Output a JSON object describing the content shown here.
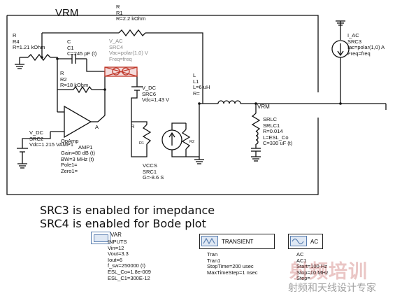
{
  "title": "VRM",
  "components": {
    "r4": {
      "type": "R",
      "name": "R4",
      "value": "R=1.21 kOhm"
    },
    "r1": {
      "type": "R",
      "name": "R1",
      "value": "R=2.2 kOhm"
    },
    "c1": {
      "type": "C",
      "name": "C1",
      "value": "C=245 pF (t)"
    },
    "r2": {
      "type": "R",
      "name": "R2",
      "value": "R=18 kOhm"
    },
    "src4": {
      "type": "V_AC",
      "name": "SRC4",
      "vac": "Vac=polar(1,0) V",
      "freq": "Freq=freq"
    },
    "src6": {
      "type": "V_DC",
      "name": "SRC6",
      "vdc": "Vdc=1.43 V"
    },
    "l1": {
      "type": "L",
      "name": "L1",
      "value": "L=6 uH",
      "r": "R="
    },
    "srlc1": {
      "type": "SRLC",
      "name": "SRLC1",
      "r": "R=0.014",
      "l": "L=ESL_Co",
      "c": "C=330 uF (t)"
    },
    "node_vrm": "VRM",
    "src3": {
      "type": "I_AC",
      "name": "SRC3",
      "iac": "Iac=polar(1,0) A",
      "freq": "Freq=freq"
    },
    "src2": {
      "type": "V_DC",
      "name": "SRC2",
      "vdc": "Vdc=1.215 VAMP1"
    },
    "opamp": {
      "type": "OpAmp",
      "name": "AMP1",
      "gain": "Gain=80 dB (t)",
      "bw": "BW=3 MHz (t)",
      "pole": "Pole1=",
      "zero": "Zero1=",
      "out": "A"
    },
    "r_lbl": "R",
    "vccs": {
      "type": "VCCS",
      "name": "SRC1",
      "g": "G=-8.6 S",
      "r1": "R1",
      "r2": "R2"
    }
  },
  "notes": [
    "SRC3 is enabled for imepdance",
    "SRC4 is enabled for Bode plot"
  ],
  "var_block": {
    "type": "VAR",
    "name": "INPUTS",
    "entries": [
      "Vin=12",
      "Vout=3.3",
      "Iout=6",
      "f_sw=250000 (t)",
      "ESL_Co=1.8e-009",
      "ESL_C1=300E-12"
    ]
  },
  "transient": {
    "label": "TRANSIENT",
    "type": "Tran",
    "name": "Tran1",
    "entries": [
      "StopTime=200 usec",
      "MaxTimeStep=1 nsec"
    ]
  },
  "ac": {
    "label": "AC",
    "type": "AC",
    "name": "AC1",
    "entries": [
      "Start=100 Hz",
      "Stop=10 MHz",
      "Step="
    ]
  },
  "watermark": {
    "main": "射频培训",
    "sub": "射频和天线设计专家"
  },
  "colors": {
    "wire": "#111111",
    "disabled": "#c0392b",
    "block_icon": "#5a7fb0"
  }
}
